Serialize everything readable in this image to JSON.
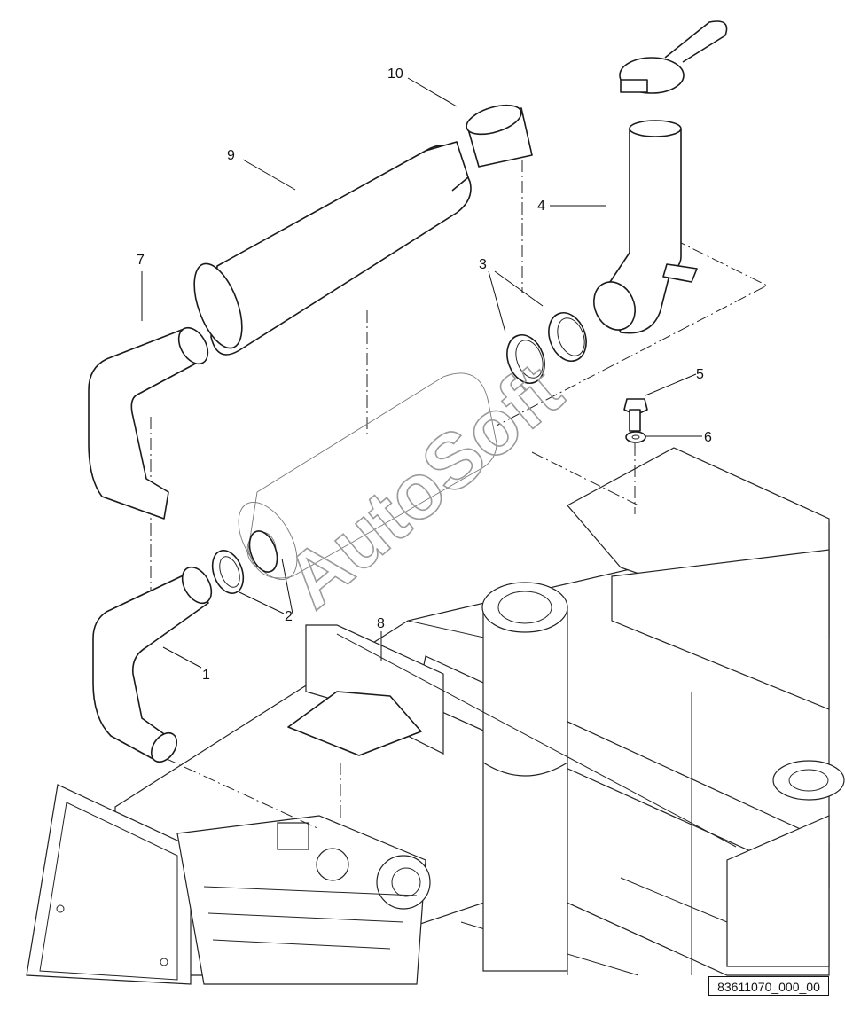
{
  "callouts": [
    {
      "id": "1",
      "text": "1"
    },
    {
      "id": "2",
      "text": "2"
    },
    {
      "id": "3",
      "text": "3"
    },
    {
      "id": "4",
      "text": "4"
    },
    {
      "id": "5",
      "text": "5"
    },
    {
      "id": "6",
      "text": "6"
    },
    {
      "id": "7",
      "text": "7"
    },
    {
      "id": "8",
      "text": "8"
    },
    {
      "id": "9",
      "text": "9"
    },
    {
      "id": "10",
      "text": "10"
    }
  ],
  "watermark": "AutoSoft",
  "document_id": "83611070_000_00"
}
